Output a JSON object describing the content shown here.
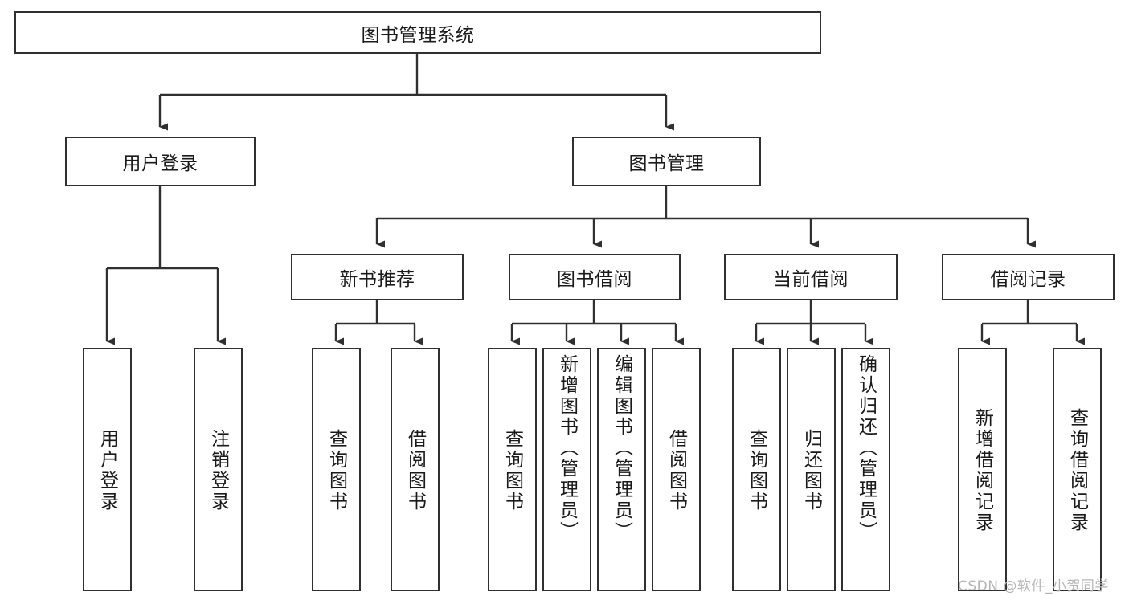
{
  "diagram": {
    "title": "图书管理系统",
    "type": "tree-hierarchy-chart",
    "watermark": "CSDN @软件_小贺同学",
    "root": {
      "id": "root",
      "label": "图书管理系统",
      "orientation": "horizontal"
    },
    "level2": [
      {
        "id": "user-login",
        "label": "用户登录",
        "orientation": "horizontal"
      },
      {
        "id": "book-manage",
        "label": "图书管理",
        "orientation": "horizontal"
      }
    ],
    "level3": [
      {
        "id": "new-book-recommend",
        "label": "新书推荐",
        "orientation": "horizontal",
        "parent": "book-manage"
      },
      {
        "id": "book-borrow",
        "label": "图书借阅",
        "orientation": "horizontal",
        "parent": "book-manage"
      },
      {
        "id": "current-borrow",
        "label": "当前借阅",
        "orientation": "horizontal",
        "parent": "book-manage"
      },
      {
        "id": "borrow-record",
        "label": "借阅记录",
        "orientation": "horizontal",
        "parent": "book-manage"
      }
    ],
    "leaves": [
      {
        "id": "leaf-user-login",
        "label": "用户登录",
        "parent": "user-login"
      },
      {
        "id": "leaf-user-logout",
        "label": "注销登录",
        "parent": "user-login"
      },
      {
        "id": "leaf-query-book-1",
        "label": "查询图书",
        "parent": "new-book-recommend"
      },
      {
        "id": "leaf-borrow-book-1",
        "label": "借阅图书",
        "parent": "new-book-recommend"
      },
      {
        "id": "leaf-query-book-2",
        "label": "查询图书",
        "parent": "book-borrow"
      },
      {
        "id": "leaf-add-book",
        "label": "新增图书（管理员）",
        "parent": "book-borrow"
      },
      {
        "id": "leaf-edit-book",
        "label": "编辑图书（管理员）",
        "parent": "book-borrow"
      },
      {
        "id": "leaf-borrow-book-2",
        "label": "借阅图书",
        "parent": "book-borrow"
      },
      {
        "id": "leaf-query-book-3",
        "label": "查询图书",
        "parent": "current-borrow"
      },
      {
        "id": "leaf-return-book",
        "label": "归还图书",
        "parent": "current-borrow"
      },
      {
        "id": "leaf-confirm-return",
        "label": "确认归还（管理员）",
        "parent": "current-borrow"
      },
      {
        "id": "leaf-add-record",
        "label": "新增借阅记录",
        "parent": "borrow-record"
      },
      {
        "id": "leaf-query-record",
        "label": "查询借阅记录",
        "parent": "borrow-record"
      }
    ],
    "colors": {
      "box_border": "#303030",
      "box_fill": "#ffffff",
      "connector": "#303030",
      "text": "#1a1a1a",
      "watermark": "#b6b6b6",
      "background": "#ffffff"
    }
  }
}
